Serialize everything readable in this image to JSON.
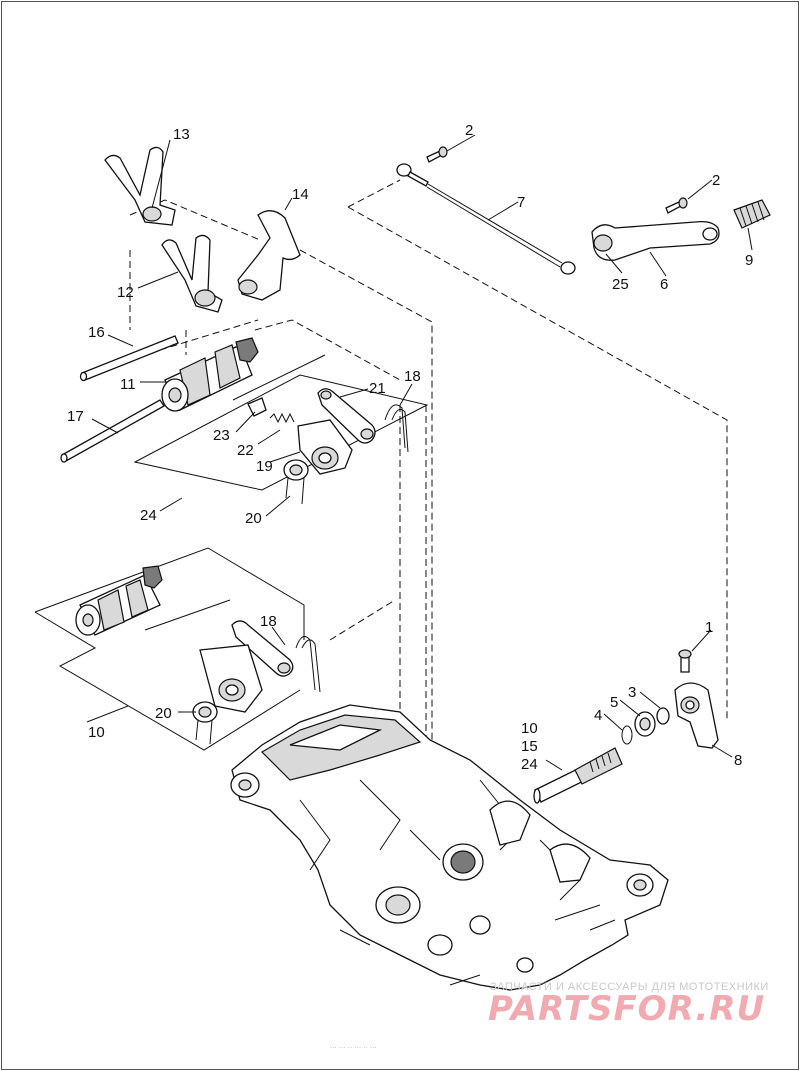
{
  "callouts": [
    "13",
    "14",
    "12",
    "16",
    "11",
    "17",
    "23",
    "22",
    "21",
    "18",
    "19",
    "20",
    "24",
    "2",
    "7",
    "2",
    "9",
    "25",
    "6",
    "18",
    "20",
    "10",
    "1",
    "3",
    "5",
    "4",
    "10",
    "15",
    "24",
    "8"
  ],
  "watermark": {
    "caption": "ЗАПЧАСТИ И АКСЕССУАРЫ ДЛЯ МОТОТЕХНИКИ",
    "brand": "PARTSFOR.RU",
    "brand_color": "#f2aab1"
  },
  "footer_code": "... ... .. ... .. ..."
}
